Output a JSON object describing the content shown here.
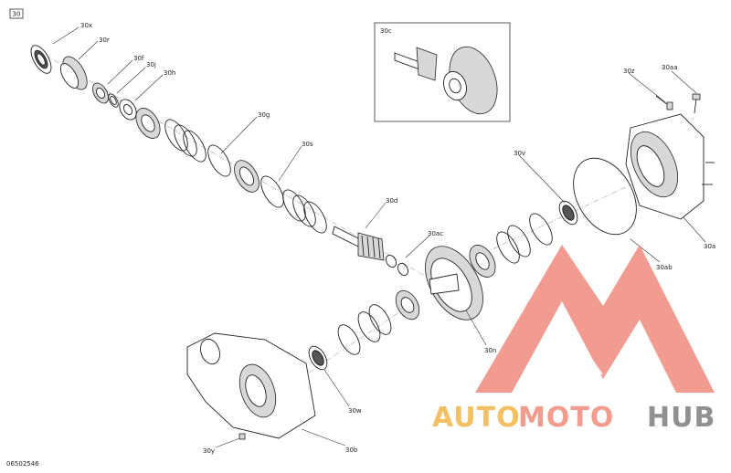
{
  "figure_number": "30",
  "drawing_number": "06502546",
  "inset_label": "30c",
  "callouts": {
    "30x": "30x",
    "30r": "30r",
    "30f": "30f",
    "30j": "30j",
    "30h": "30h",
    "30g": "30g",
    "30s": "30s",
    "30d": "30d",
    "30ac": "30ac",
    "30v": "30v",
    "30z": "30z",
    "30aa": "30aa",
    "30a": "30a",
    "30ab": "30ab",
    "30n": "30n",
    "30w": "30w",
    "30y": "30y",
    "30b": "30b"
  },
  "watermark": {
    "word1": "AUTO",
    "word2": "MOTO",
    "word3": "HUB"
  },
  "colors": {
    "logo_red": "#f08a7e",
    "logo_orange": "#f2b64a",
    "logo_gray": "#7d7d7d",
    "line": "#222222"
  }
}
